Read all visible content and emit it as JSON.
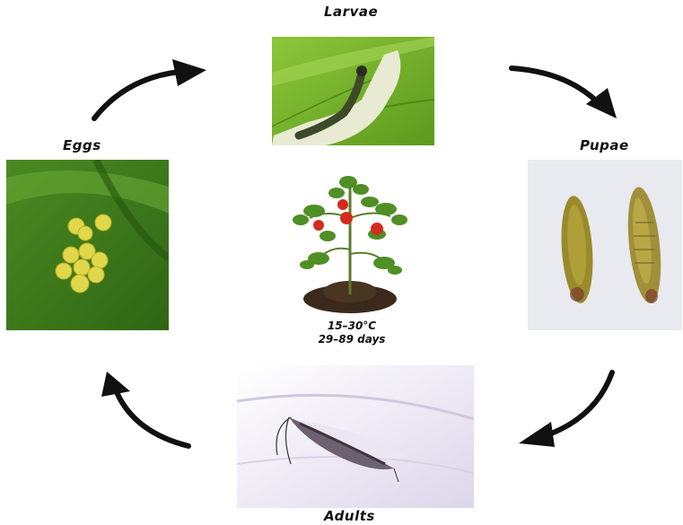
{
  "diagram": {
    "stages": {
      "larvae": "Larvae",
      "pupae": "Pupae",
      "adults": "Adults",
      "eggs": "Eggs"
    },
    "host_plant": {
      "icon": "tomato-plant-icon",
      "temperature": "15–30°C",
      "duration": "29–89 days"
    },
    "colors": {
      "leaf_green": "#6fae2a",
      "arrow": "#111111",
      "tomato_red": "#d42a1f"
    }
  }
}
